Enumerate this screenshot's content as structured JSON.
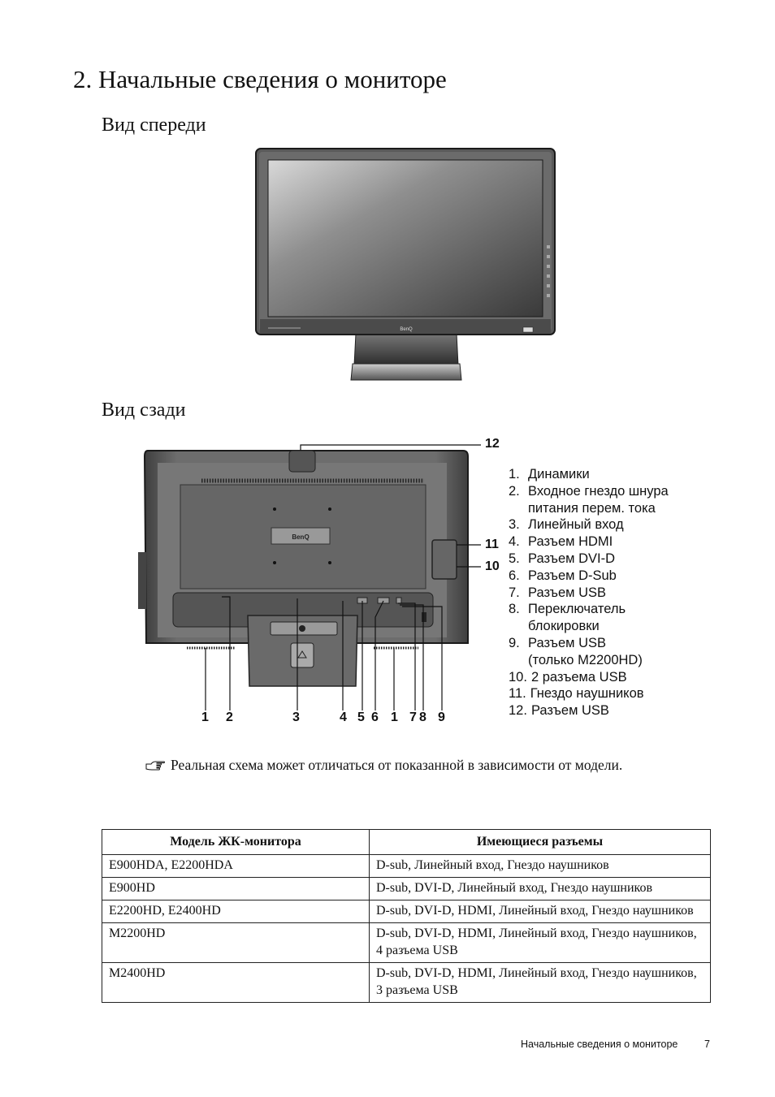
{
  "section_title": "2. Начальные сведения о мониторе",
  "front_view_title": "Вид спереди",
  "rear_view_title": "Вид сзади",
  "rear_legend": [
    {
      "num": "1.",
      "text": "Динамики"
    },
    {
      "num": "2.",
      "text": "Входное гнездо шнура"
    },
    {
      "num": "",
      "text": "питания перем. тока"
    },
    {
      "num": "3.",
      "text": "Линейный вход"
    },
    {
      "num": "4.",
      "text": "Разъем HDMI"
    },
    {
      "num": "5.",
      "text": "Разъем DVI-D"
    },
    {
      "num": "6.",
      "text": "Разъем D-Sub"
    },
    {
      "num": "7.",
      "text": "Разъем USB"
    },
    {
      "num": "8.",
      "text": "Переключатель"
    },
    {
      "num": "",
      "text": "блокировки"
    },
    {
      "num": "9.",
      "text": "Разъем USB"
    },
    {
      "num": "",
      "text": "(только M2200HD)"
    },
    {
      "num": "10.",
      "text": "2 разъема USB"
    },
    {
      "num": "11.",
      "text": "Гнездо наушников"
    },
    {
      "num": "12.",
      "text": "Разъем USB"
    }
  ],
  "callouts": {
    "bottom": [
      "1",
      "2",
      "3",
      "4",
      "5",
      "6",
      "1",
      "7",
      "8",
      "9"
    ],
    "side": [
      "12",
      "11",
      "10"
    ]
  },
  "front_brand": "BenQ",
  "rear_brand": "BenQ",
  "note_icon": "pointing-hand-icon",
  "note_text": "Реальная схема может отличаться от показанной в зависимости от модели.",
  "table": {
    "headers": [
      "Модель ЖК-монитора",
      "Имеющиеся разъемы"
    ],
    "rows": [
      [
        "E900HDA, E2200HDA",
        "D-sub, Линейный вход, Гнездо наушников"
      ],
      [
        "E900HD",
        "D-sub, DVI-D, Линейный вход, Гнездо наушников"
      ],
      [
        "E2200HD, E2400HD",
        "D-sub, DVI-D, HDMI, Линейный вход, Гнездо наушников"
      ],
      [
        "M2200HD",
        "D-sub, DVI-D, HDMI, Линейный вход, Гнездо наушников, 4 разъема USB"
      ],
      [
        "M2400HD",
        "D-sub, DVI-D, HDMI, Линейный вход, Гнездо наушников, 3 разъема USB"
      ]
    ]
  },
  "footer": {
    "title": "Начальные сведения о мониторе",
    "page": "7"
  }
}
